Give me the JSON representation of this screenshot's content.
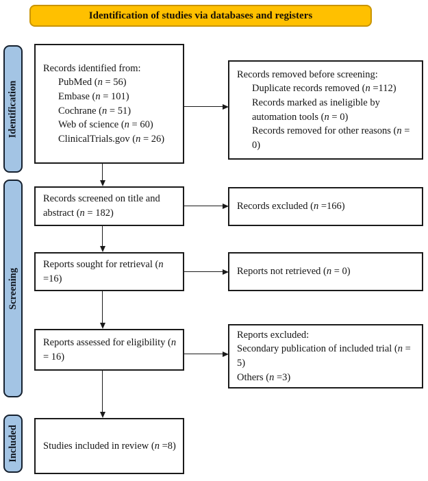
{
  "banner": {
    "label": "Identification of studies via databases and registers"
  },
  "colors": {
    "banner_bg": "#FFC000",
    "banner_border": "#C99400",
    "stage_bg": "#A3C4E4",
    "stage_border": "#15202E"
  },
  "stages": [
    {
      "label": "Identification"
    },
    {
      "label": "Screening"
    },
    {
      "label": "Included"
    }
  ],
  "boxes": {
    "identified": {
      "title": "Records identified from:",
      "items": [
        "PubMed (n = 56)",
        "Embase (n = 101)",
        "Cochrane (n = 51)",
        "Web of science (n = 60)",
        "ClinicalTrials.gov (n = 26)"
      ]
    },
    "removed": {
      "title": "Records removed before screening:",
      "items": [
        "Duplicate records removed (n =112)",
        "Records marked as ineligible by automation tools (n = 0)",
        "Records removed for other reasons (n = 0)"
      ]
    },
    "screened": {
      "text": "Records screened on title and abstract (n = 182)"
    },
    "excluded": {
      "text": "Records excluded (n =166)"
    },
    "sought": {
      "text": "Reports sought for retrieval (n =16)"
    },
    "not_retrieved": {
      "text": "Reports not retrieved (n = 0)"
    },
    "assessed": {
      "text": "Reports assessed for eligibility (n = 16)"
    },
    "reports_excluded": {
      "lines": [
        "Reports excluded:",
        "Secondary publication of included trial (n = 5)",
        "Others (n =3)"
      ]
    },
    "included": {
      "text": "Studies included in review (n =8)"
    }
  }
}
